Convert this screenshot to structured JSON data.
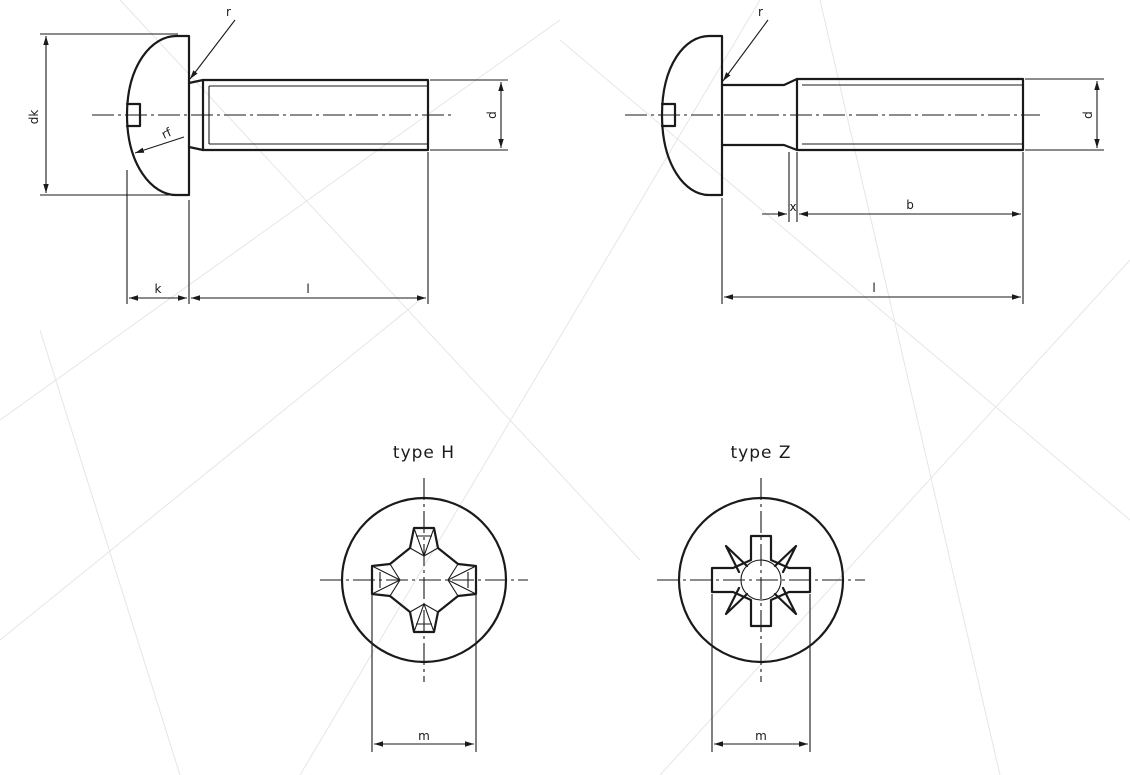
{
  "left_view": {
    "labels": {
      "dk": "dk",
      "k": "k",
      "l": "l",
      "d": "d",
      "r": "r",
      "rf": "rf"
    }
  },
  "right_view": {
    "labels": {
      "x": "x",
      "b": "b",
      "l": "l",
      "d": "d",
      "r": "r"
    }
  },
  "type_h": {
    "title": "type H",
    "m": "m"
  },
  "type_z": {
    "title": "type Z",
    "m": "m"
  }
}
